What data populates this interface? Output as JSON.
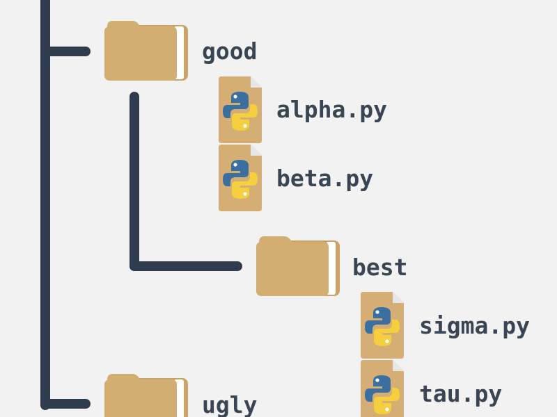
{
  "tree": {
    "folders": [
      {
        "name": "good",
        "icon": "folder-icon"
      },
      {
        "name": "best",
        "icon": "folder-icon"
      },
      {
        "name": "ugly",
        "icon": "folder-icon"
      }
    ],
    "files": [
      {
        "name": "alpha.py",
        "icon": "python-file-icon"
      },
      {
        "name": "beta.py",
        "icon": "python-file-icon"
      },
      {
        "name": "sigma.py",
        "icon": "python-file-icon"
      },
      {
        "name": "tau.py",
        "icon": "python-file-icon"
      }
    ]
  },
  "colors": {
    "background": "#f2f2f2",
    "connector": "#2e3c4d",
    "folder": "#d2ae72",
    "folder_back": "#c8a266",
    "file": "#d4ae74",
    "label": "#3a4554",
    "python_blue": "#3b6fa0",
    "python_yellow": "#f5cf3d"
  }
}
